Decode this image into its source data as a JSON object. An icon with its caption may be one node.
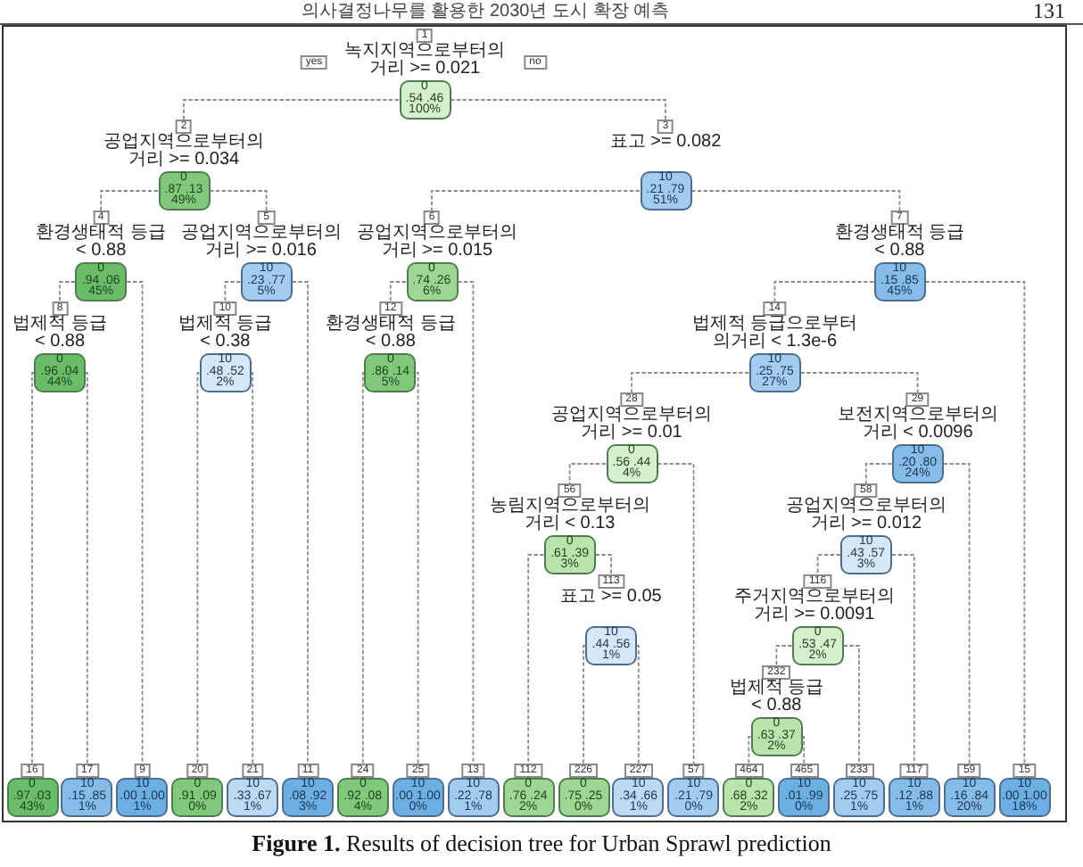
{
  "diagram": {
    "caption": "**Figure 1.** Results of decision tree for Urban Sprawl prediction",
    "nodes": [
      {
        "text": [
          "1",
          "녹지지역으로부터의 거리 >= 0.021",
          "0",
          ".54 .46",
          "100%"
        ]
      },
      {
        "text": [
          "2",
          "공업지역으로부터의거리 >= 0.034",
          "0",
          ".87 .13",
          "49%"
        ]
      },
      {
        "text": [
          "3",
          "표고 >= 0.082",
          "10",
          ".21 .79",
          "51%"
        ]
      },
      {
        "text": [
          "4",
          "환경생태적 등급 < 0.88",
          "0",
          ".94 .06",
          "45%"
        ]
      },
      {
        "text": [
          "5",
          "공업지역으로부터의거리 >= 0.016",
          "10",
          ".23 .77",
          "5%"
        ]
      },
      {
        "text": [
          "6",
          "공업지역으로부터의거리 >= 0.015",
          "0",
          ".74 .26",
          "6%"
        ]
      },
      {
        "text": [
          "7",
          "환경생태적 등급 < 0.88",
          "10",
          ".15 .85",
          "45%"
        ]
      },
      {
        "text": [
          "8",
          "법제적 등급 < 0.88",
          "0",
          ".96 .04",
          "44%"
        ]
      },
      {
        "text": [
          "10",
          "법제적 등급 < 0.38",
          "10",
          ".48 .52",
          "2%"
        ]
      },
      {
        "text": [
          "12",
          "환경생태적 등급 < 0.88",
          "0",
          ".86 .14",
          "5%"
        ]
      },
      {
        "text": [
          "14",
          "법제적 등급으로부터의거리 < 1.3e-6",
          "10",
          ".25 .75",
          "27%"
        ]
      },
      {
        "text": [
          "28",
          "공업지역으로부터의거리 >= 0.01",
          "0",
          ".56 .44",
          "4%"
        ]
      },
      {
        "text": [
          "29",
          "보전지역으로부터의거리 < 0.0096",
          "10",
          ".20 .80",
          "24%"
        ]
      },
      {
        "text": [
          "56",
          "농림지역으로부터의거리 < 0.13",
          "0",
          ".61 .39",
          "3%"
        ]
      },
      {
        "text": [
          "58",
          "공업지역으로부터의거리 >= 0.012",
          "10",
          ".43 .57",
          "3%"
        ]
      },
      {
        "text": [
          "113",
          "표고 >= 0.05",
          "10",
          ".44 .56",
          "1%"
        ]
      },
      {
        "text": [
          "116",
          "주거지역으로부터의거리 >= 0.0091",
          "0",
          ".53 .47",
          "2%"
        ]
      },
      {
        "text": [
          "232",
          "법제적 등급 < 0.88",
          "0",
          ".63 .37",
          "2%"
        ]
      },
      {
        "text": [
          "16",
          "0",
          ".97 .03",
          "43%"
        ]
      },
      {
        "text": [
          "17",
          "10",
          ".15 .85",
          "1%"
        ]
      },
      {
        "text": [
          "9",
          "10",
          ".00 1.00",
          "1%"
        ]
      },
      {
        "text": [
          "20",
          "0",
          ".91 .09",
          "0%"
        ]
      },
      {
        "text": [
          "21",
          "10",
          ".33 .67",
          "1%"
        ]
      },
      {
        "text": [
          "11",
          "10",
          ".08 .92",
          "3%"
        ]
      },
      {
        "text": [
          "24",
          "0",
          ".92 .08",
          "4%"
        ]
      },
      {
        "text": [
          "25",
          "10",
          ".00 1.00",
          "0%"
        ]
      },
      {
        "text": [
          "13",
          "10",
          ".22 .78",
          "1%"
        ]
      },
      {
        "text": [
          "112",
          "0",
          ".76 .24",
          "2%"
        ]
      },
      {
        "text": [
          "226",
          "0",
          ".75 .25",
          "0%"
        ]
      },
      {
        "text": [
          "227",
          "10",
          ".34 .66",
          "1%"
        ]
      },
      {
        "text": [
          "57",
          "10",
          ".21 .79",
          "0%"
        ]
      },
      {
        "text": [
          "464",
          "0",
          ".68 .32",
          "2%"
        ]
      },
      {
        "text": [
          "465",
          "10",
          ".01 .99",
          "0%"
        ]
      },
      {
        "text": [
          "233",
          "10",
          ".25 .75",
          "1%"
        ]
      },
      {
        "text": [
          "117",
          "10",
          ".12 .88",
          "1%"
        ]
      },
      {
        "text": [
          "59",
          "10",
          ".16 .84",
          "20%"
        ]
      },
      {
        "text": [
          "15",
          "10",
          ".00 1.00",
          "18%"
        ]
      }
    ],
    "edges": [
      {
        "from": 0,
        "to": 1,
        "arrow": "none"
      },
      {
        "from": 0,
        "to": 2,
        "arrow": "none"
      },
      {
        "from": 1,
        "to": 3,
        "arrow": "none"
      },
      {
        "from": 1,
        "to": 4,
        "arrow": "none"
      },
      {
        "from": 2,
        "to": 5,
        "arrow": "none"
      },
      {
        "from": 2,
        "to": 6,
        "arrow": "none"
      },
      {
        "from": 3,
        "to": 7,
        "arrow": "none"
      },
      {
        "from": 3,
        "to": 20,
        "arrow": "none"
      },
      {
        "from": 4,
        "to": 8,
        "arrow": "none"
      },
      {
        "from": 4,
        "to": 23,
        "arrow": "none"
      },
      {
        "from": 5,
        "to": 9,
        "arrow": "none"
      },
      {
        "from": 5,
        "to": 26,
        "arrow": "none"
      },
      {
        "from": 6,
        "to": 10,
        "arrow": "none"
      },
      {
        "from": 6,
        "to": 36,
        "arrow": "none"
      },
      {
        "from": 7,
        "to": 18,
        "arrow": "none"
      },
      {
        "from": 7,
        "to": 19,
        "arrow": "none"
      },
      {
        "from": 8,
        "to": 21,
        "arrow": "none"
      },
      {
        "from": 8,
        "to": 22,
        "arrow": "none"
      },
      {
        "from": 9,
        "to": 24,
        "arrow": "none"
      },
      {
        "from": 9,
        "to": 25,
        "arrow": "none"
      },
      {
        "from": 10,
        "to": 11,
        "arrow": "none"
      },
      {
        "from": 10,
        "to": 12,
        "arrow": "none"
      },
      {
        "from": 11,
        "to": 13,
        "arrow": "none"
      },
      {
        "from": 11,
        "to": 30,
        "arrow": "none"
      },
      {
        "from": 12,
        "to": 14,
        "arrow": "none"
      },
      {
        "from": 12,
        "to": 35,
        "arrow": "none"
      },
      {
        "from": 13,
        "to": 27,
        "arrow": "none"
      },
      {
        "from": 13,
        "to": 15,
        "arrow": "none"
      },
      {
        "from": 14,
        "to": 16,
        "arrow": "none"
      },
      {
        "from": 14,
        "to": 34,
        "arrow": "none"
      },
      {
        "from": 15,
        "to": 28,
        "arrow": "none"
      },
      {
        "from": 15,
        "to": 29,
        "arrow": "none"
      },
      {
        "from": 16,
        "to": 17,
        "arrow": "none"
      },
      {
        "from": 16,
        "to": 33,
        "arrow": "none"
      },
      {
        "from": 17,
        "to": 31,
        "arrow": "none"
      },
      {
        "from": 17,
        "to": 32,
        "arrow": "none"
      }
    ],
    "labels": [
      "의사결정나무를 활용한 2030년 도시 확장 예측",
      "131",
      "yes",
      "no"
    ]
  }
}
